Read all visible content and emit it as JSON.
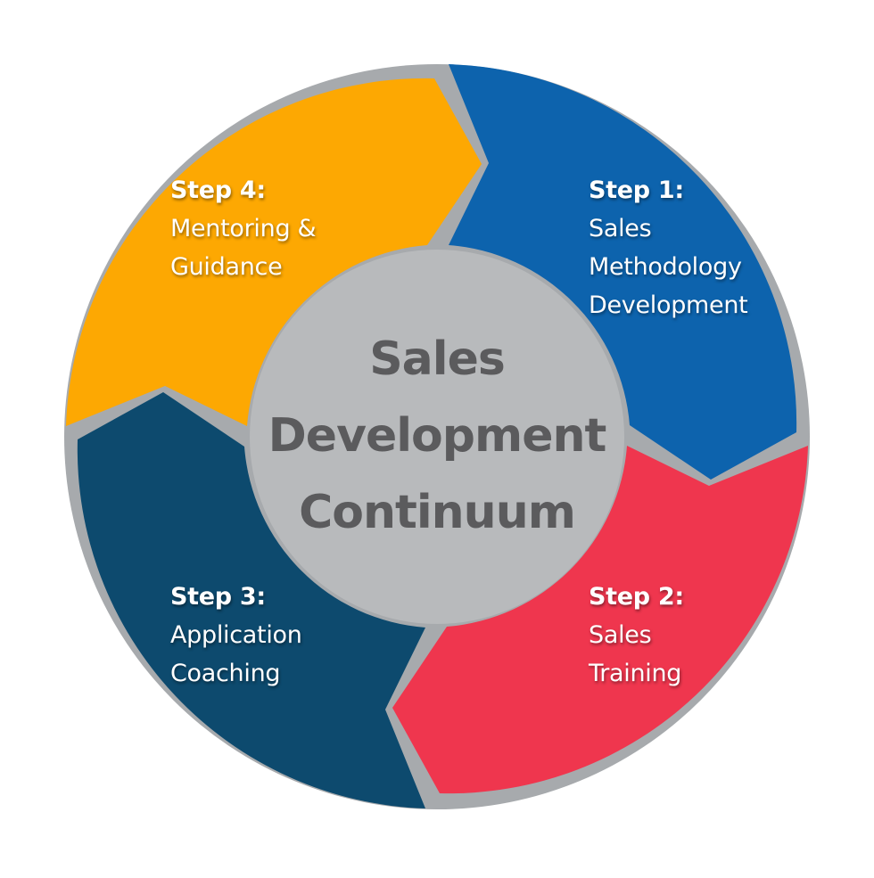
{
  "center": {
    "lines": [
      "Sales",
      "Development",
      "Continuum"
    ]
  },
  "steps": [
    {
      "title": "Step 1:",
      "lines": [
        "Sales",
        "Methodology",
        "Development"
      ],
      "color": "#0d63ad"
    },
    {
      "title": "Step 2:",
      "lines": [
        "Sales",
        "Training"
      ],
      "color": "#ef364e"
    },
    {
      "title": "Step 3:",
      "lines": [
        "Application",
        "Coaching"
      ],
      "color": "#0d4a6e"
    },
    {
      "title": "Step 4:",
      "lines": [
        "Mentoring &",
        "Guidance"
      ],
      "color": "#fda802"
    }
  ],
  "colors": {
    "ring_background": "#a7aaad",
    "center_circle": "#b8babc",
    "center_text": "#5b5b5d"
  }
}
